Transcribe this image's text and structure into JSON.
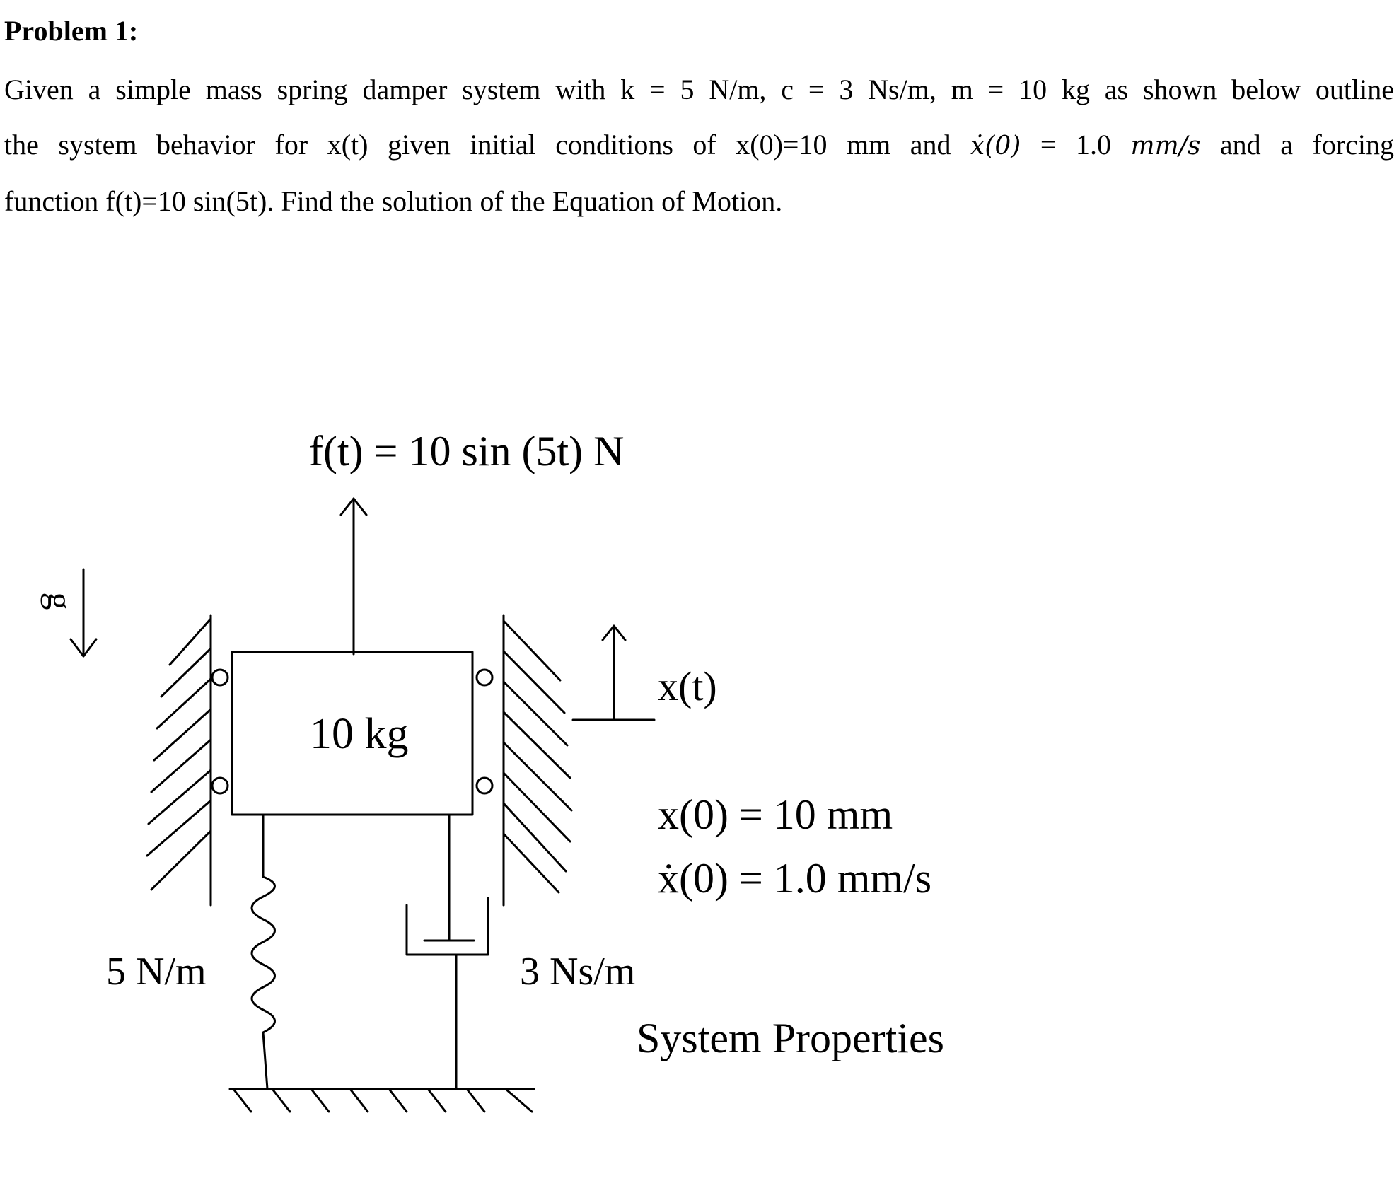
{
  "problem": {
    "title": "Problem 1:",
    "lines": [
      "Given a simple mass spring damper system with k = 5 N/m, c = 3 Ns/m, m = 10 kg as shown below outline",
      "and a forcing",
      "function f(t)=10 sin(5t). Find the solution of the Equation of Motion."
    ],
    "line2_parts": {
      "pre": "the system behavior for x(t) given initial conditions of x(0)=10 mm and ",
      "xdot": "ẋ(0)",
      "eq": " = 1.0 ",
      "unit": "mm/s",
      "post": " and a forcing"
    }
  },
  "figure": {
    "force_label": "f(t) = 10 sin (5t) N",
    "gravity_label": "g",
    "mass_label": "10 kg",
    "displacement_label": "x(t)",
    "ic1": "x(0) = 10 mm",
    "ic2": "ẋ(0) = 1.0 mm/s",
    "spring_label": "5 N/m",
    "damper_label": "3 Ns/m",
    "caption": "System Properties"
  }
}
